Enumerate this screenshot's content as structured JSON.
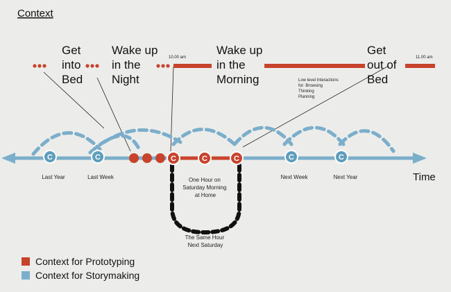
{
  "title": "Context",
  "phases": [
    {
      "lines": [
        "Get",
        "into",
        "Bed"
      ]
    },
    {
      "lines": [
        "Wake up",
        "in the",
        "Night"
      ]
    },
    {
      "lines": [
        "Wake up",
        "in the",
        "Morning"
      ]
    },
    {
      "lines": [
        "Get",
        "out of",
        "Bed"
      ]
    }
  ],
  "time_start": "10.00 am",
  "time_end": "11.00 am",
  "interactions": [
    "Low level Interactions",
    "for: Browsing",
    "Thinking",
    "Planning"
  ],
  "timeline": {
    "labels": [
      "Last Year",
      "Last Week",
      "Next Week",
      "Next Year"
    ],
    "node_glyph": "C",
    "axis_label": "Time",
    "hour_label": [
      "One Hour on",
      "Saturday Morning",
      "at Home"
    ],
    "same_hour_label": [
      "The Same Hour",
      "Next Saturday"
    ]
  },
  "legend": [
    {
      "label": "Context for Prototyping",
      "color": "#c8432b"
    },
    {
      "label": "Context for Storymaking",
      "color": "#7aaecb"
    }
  ],
  "colors": {
    "red": "#c8432b",
    "blue": "#7aaecb",
    "node_blue": "#5c9cbd",
    "background": "#ececea"
  }
}
